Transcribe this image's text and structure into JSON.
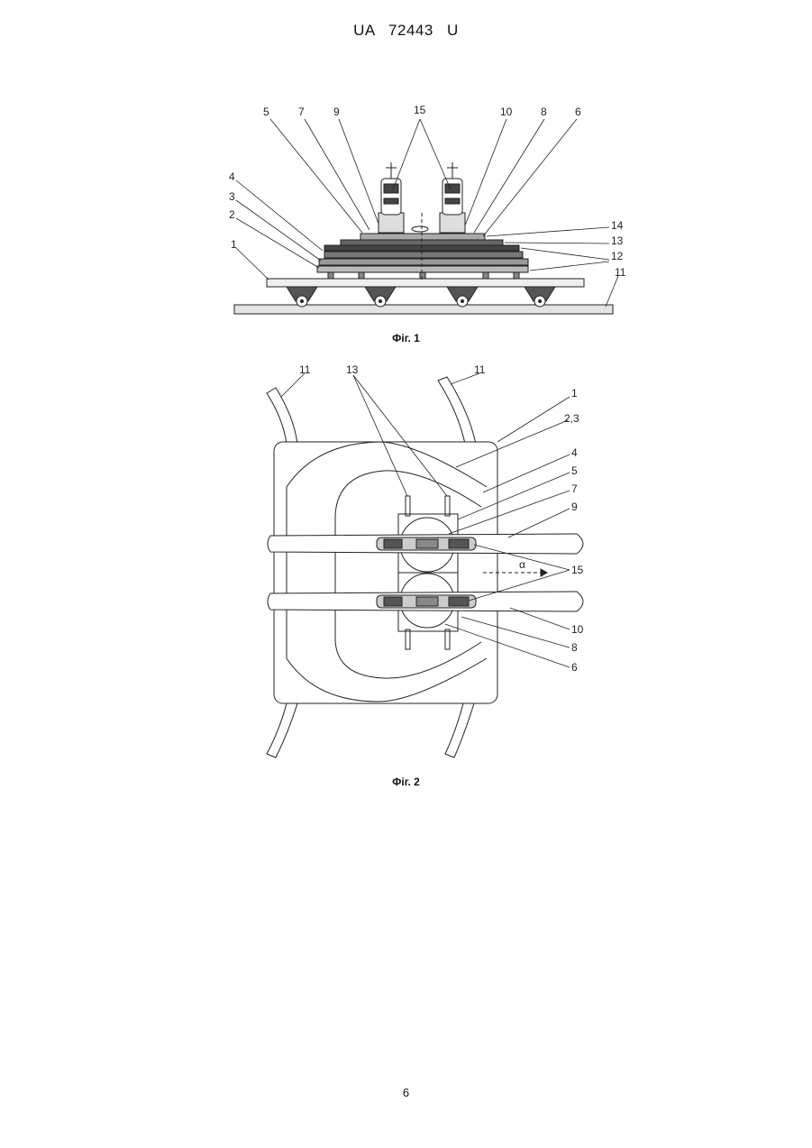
{
  "header": {
    "patent_number": "UA   72443   U"
  },
  "figure1": {
    "caption": "Фіг. 1",
    "labels": {
      "l5": "5",
      "l7": "7",
      "l9": "9",
      "l15": "15",
      "l10": "10",
      "l8": "8",
      "l6": "6",
      "l4": "4",
      "l3": "3",
      "l2": "2",
      "l1": "1",
      "l14": "14",
      "l13": "13",
      "l12": "12",
      "l11": "11"
    }
  },
  "figure2": {
    "caption": "Фіг. 2",
    "labels": {
      "l11a": "11",
      "l13": "13",
      "l11b": "11",
      "l1": "1",
      "l23": "2,3",
      "l4": "4",
      "l5": "5",
      "l7": "7",
      "l9": "9",
      "l15": "15",
      "lalpha": "α",
      "l10": "10",
      "l8": "8",
      "l6": "6"
    }
  },
  "footer": {
    "page_number": "6"
  }
}
